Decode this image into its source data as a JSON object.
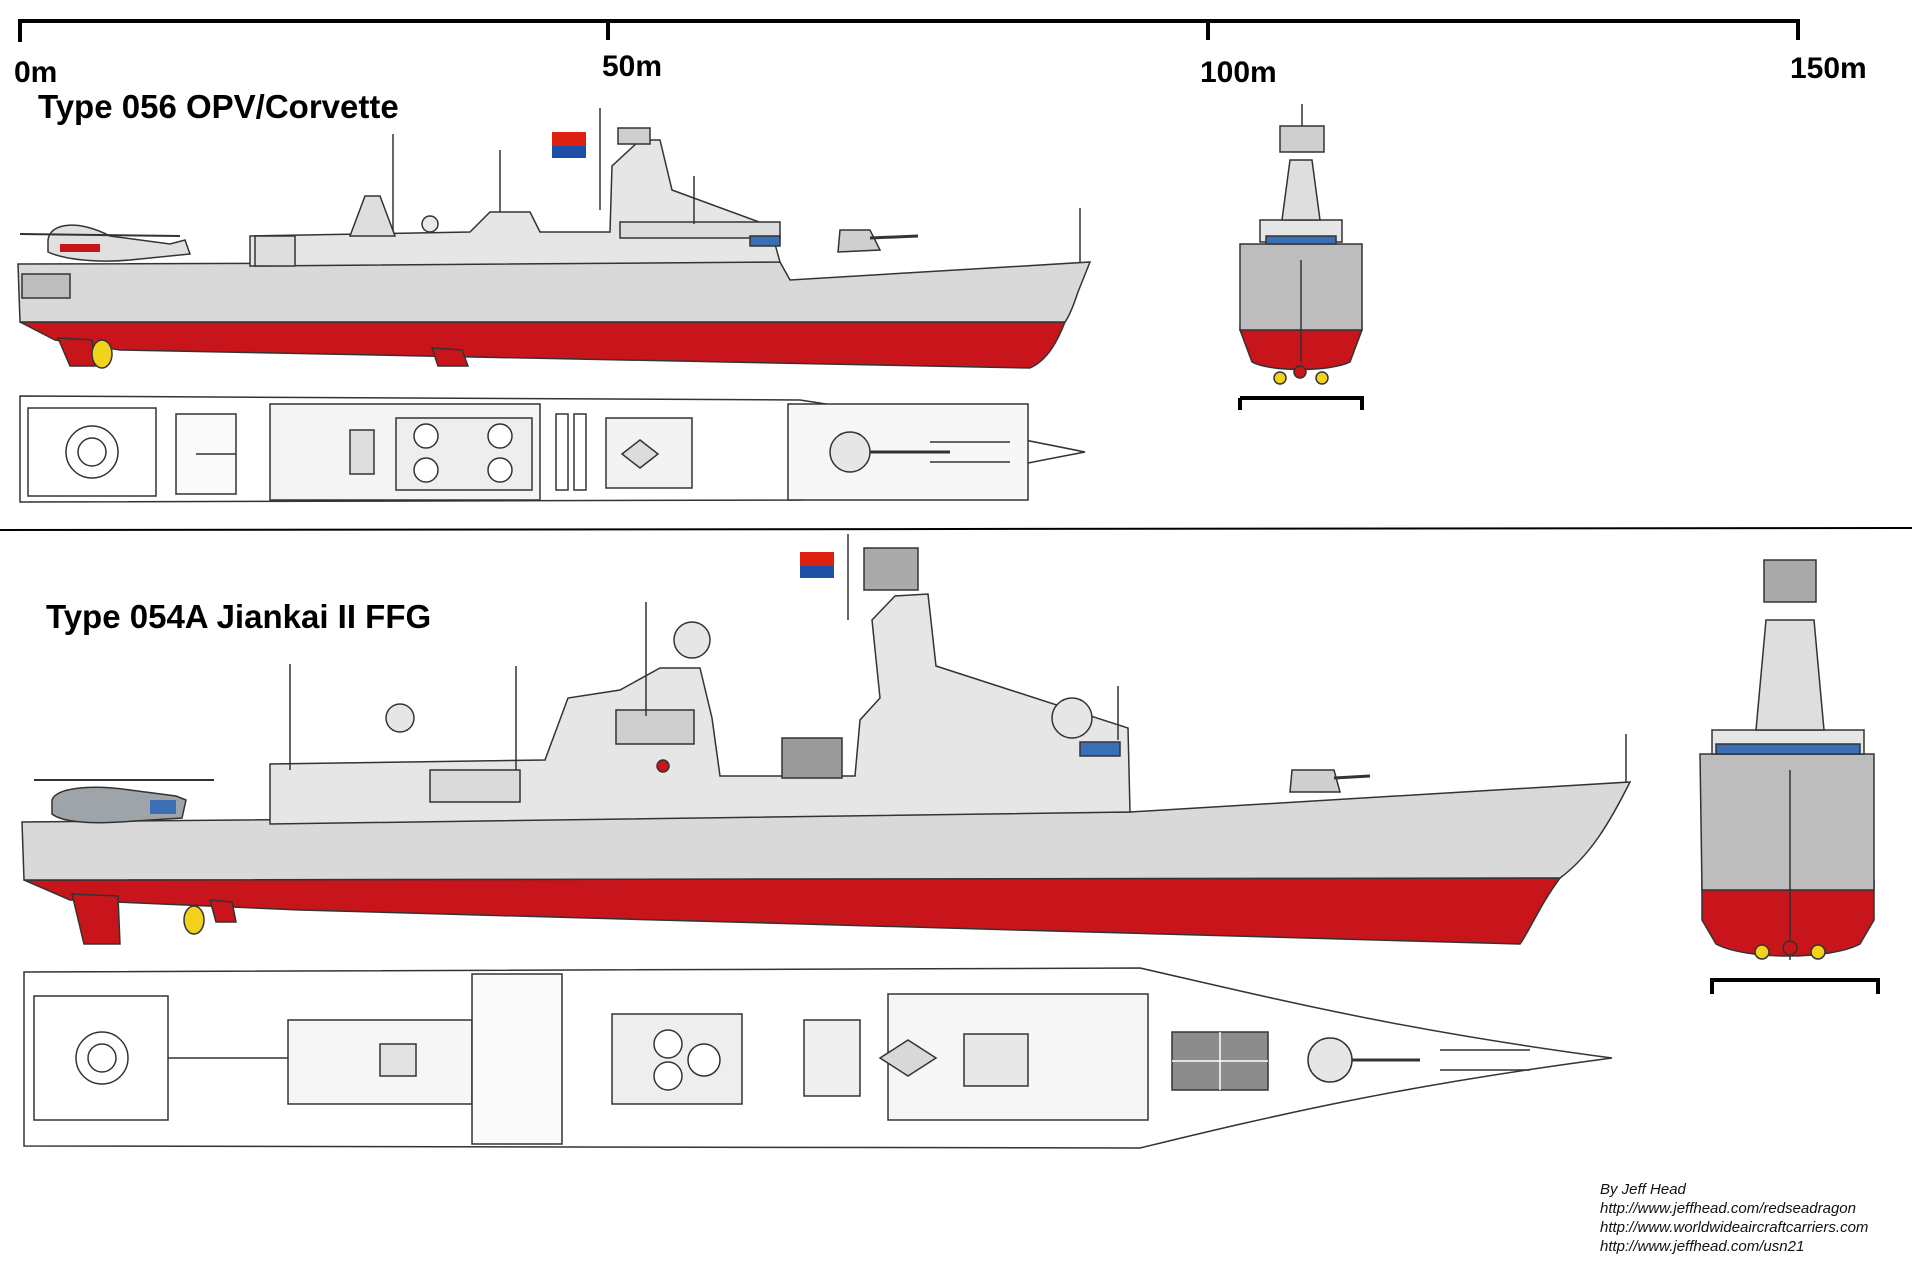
{
  "scale": {
    "ticks": [
      "0m",
      "50m",
      "100m",
      "150m"
    ]
  },
  "ships": [
    {
      "title": "Type 056 OPV/Corvette"
    },
    {
      "title": "Type 054A Jiankai II FFG"
    }
  ],
  "credits": {
    "author": "By Jeff Head",
    "links": [
      "http://www.jeffhead.com/redseadragon",
      "http://www.worldwideaircraftcarriers.com",
      "http://www.jeffhead.com/usn21"
    ]
  },
  "colors": {
    "hull_grey": "#d9d9d9",
    "deck_grey": "#e6e6e6",
    "antifouling_red": "#c8141b",
    "prop_yellow": "#f2d21b",
    "flag_red": "#de2010",
    "outline": "#333333"
  }
}
